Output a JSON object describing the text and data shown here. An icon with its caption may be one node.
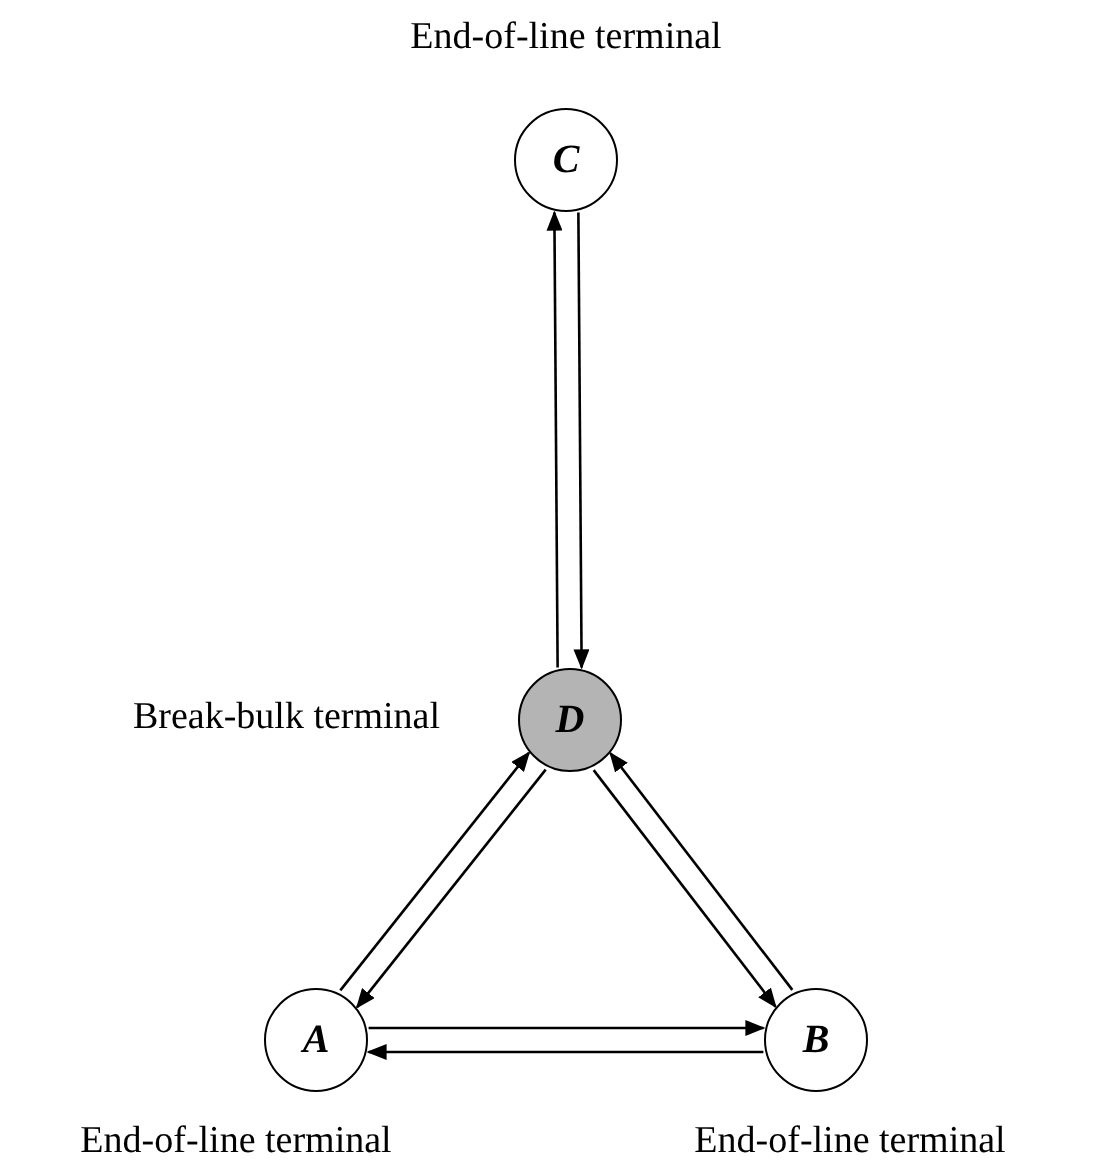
{
  "diagram": {
    "nodes": [
      {
        "text": [
          "C"
        ],
        "beside": [
          "End-of-line terminal"
        ]
      },
      {
        "text": [
          "D"
        ],
        "beside": [
          "Break-bulk terminal"
        ]
      },
      {
        "text": [
          "A"
        ],
        "beside": [
          "End-of-line terminal"
        ]
      },
      {
        "text": [
          "B"
        ],
        "beside": [
          "End-of-line terminal"
        ]
      }
    ],
    "edges": [
      {
        "from": 1,
        "to": 0,
        "arrow": "to"
      },
      {
        "from": 0,
        "to": 1,
        "arrow": "to"
      },
      {
        "from": 2,
        "to": 1,
        "arrow": "to"
      },
      {
        "from": 1,
        "to": 2,
        "arrow": "to"
      },
      {
        "from": 3,
        "to": 1,
        "arrow": "to"
      },
      {
        "from": 1,
        "to": 3,
        "arrow": "to"
      },
      {
        "from": 2,
        "to": 3,
        "arrow": "to"
      },
      {
        "from": 3,
        "to": 2,
        "arrow": "to"
      }
    ]
  }
}
